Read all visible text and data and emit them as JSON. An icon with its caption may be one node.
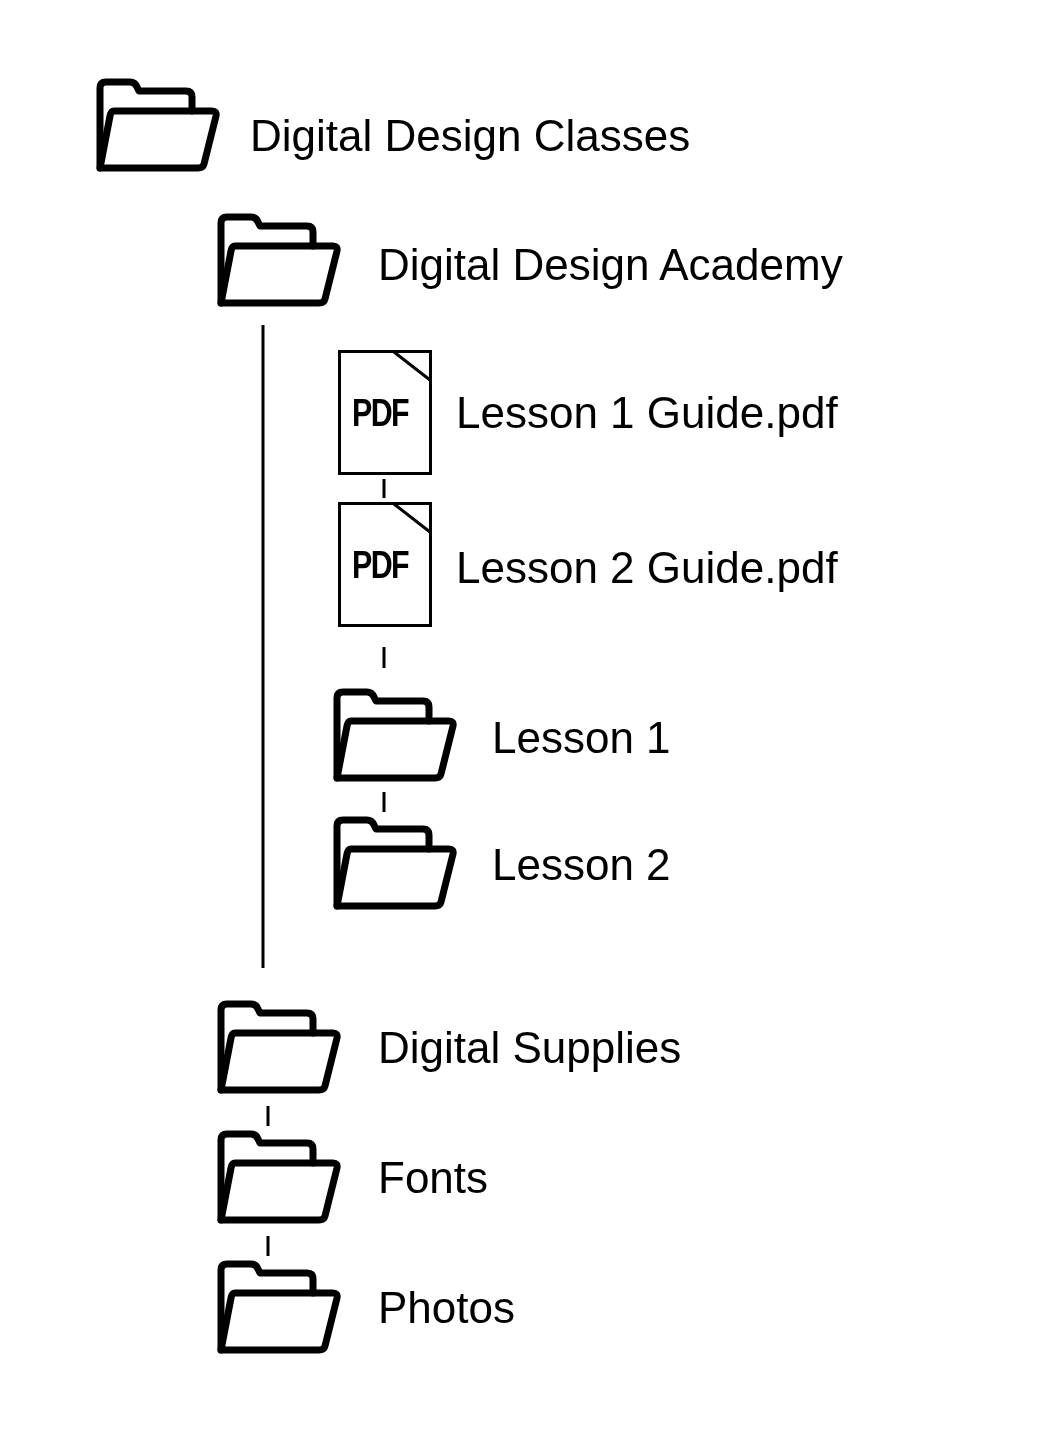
{
  "diagram": {
    "nodes": [
      {
        "text": [
          "Digital Design Classes"
        ]
      },
      {
        "text": [
          "Digital Design Academy"
        ]
      },
      {
        "text": [
          "PDF",
          "Lesson 1 Guide.pdf"
        ]
      },
      {
        "text": [
          "PDF",
          "Lesson 2 Guide.pdf"
        ]
      },
      {
        "text": [
          "Lesson 1"
        ]
      },
      {
        "text": [
          "Lesson 2"
        ]
      },
      {
        "text": [
          "Digital Supplies"
        ]
      },
      {
        "text": [
          "Fonts"
        ]
      },
      {
        "text": [
          "Photos"
        ]
      }
    ],
    "edges": [
      {
        "from": 2,
        "to": 3,
        "arrow": "none"
      },
      {
        "from": 3,
        "to": 4,
        "arrow": "none"
      },
      {
        "from": 4,
        "to": 5,
        "arrow": "none"
      },
      {
        "from": 1,
        "to": 6,
        "arrow": "none"
      },
      {
        "from": 6,
        "to": 7,
        "arrow": "none"
      },
      {
        "from": 7,
        "to": 8,
        "arrow": "none"
      }
    ]
  }
}
